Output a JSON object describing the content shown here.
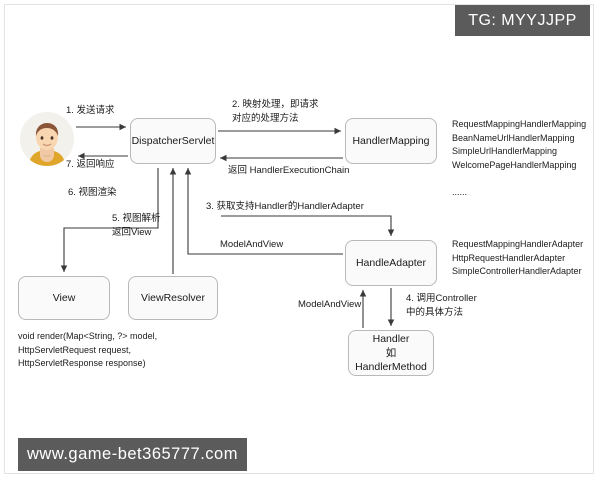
{
  "watermarks": {
    "telegram": "TG: MYYJJPP",
    "site": "www.game-bet365777.com"
  },
  "diagram": {
    "title": "Spring MVC DispatcherServlet flow",
    "nodes": {
      "actor": "user-avatar",
      "dispatcher": "DispatcherServlet",
      "handler_mapping": "HandlerMapping",
      "handle_adapter": "HandleAdapter",
      "handler": "Handler\n如 HandlerMethod",
      "view": "View",
      "view_resolver": "ViewResolver"
    },
    "edges": {
      "step1": "1. 发送请求",
      "step7": "7. 返回响应",
      "step6": "6. 视图渲染",
      "step2": "2. 映射处理，即请求\n对应的处理方法",
      "return_execution_chain": "返回 HandlerExecutionChain",
      "step3": "3. 获取支持Handler的HandlerAdapter",
      "step5": "5. 视图解析\n返回View",
      "model_and_view_left": "ModelAndView",
      "model_and_view_mid": "ModelAndView",
      "step4": "4. 调用Controller\n中的具体方法"
    },
    "annotations": {
      "handler_mapping_impls": "RequestMappingHandlerMapping\nBeanNameUrlHandlerMapping\nSimpleUrlHandlerMapping\nWelcomePageHandlerMapping\n\n......",
      "handler_adapter_impls": "RequestMappingHandlerAdapter\nHttpRequestHandlerAdapter\nSimpleControllerHandlerAdapter",
      "render_signature": "void render(Map<String, ?> model,\nHttpServletRequest request,\nHttpServletResponse response)"
    },
    "colors": {
      "node_fill": "#fafafa",
      "node_border": "#b9b9b9",
      "wire": "#3a3a3a",
      "text": "#1b1b1b",
      "watermark_bg": "#5b5b5b",
      "frame_border": "#e3e3e3"
    }
  }
}
